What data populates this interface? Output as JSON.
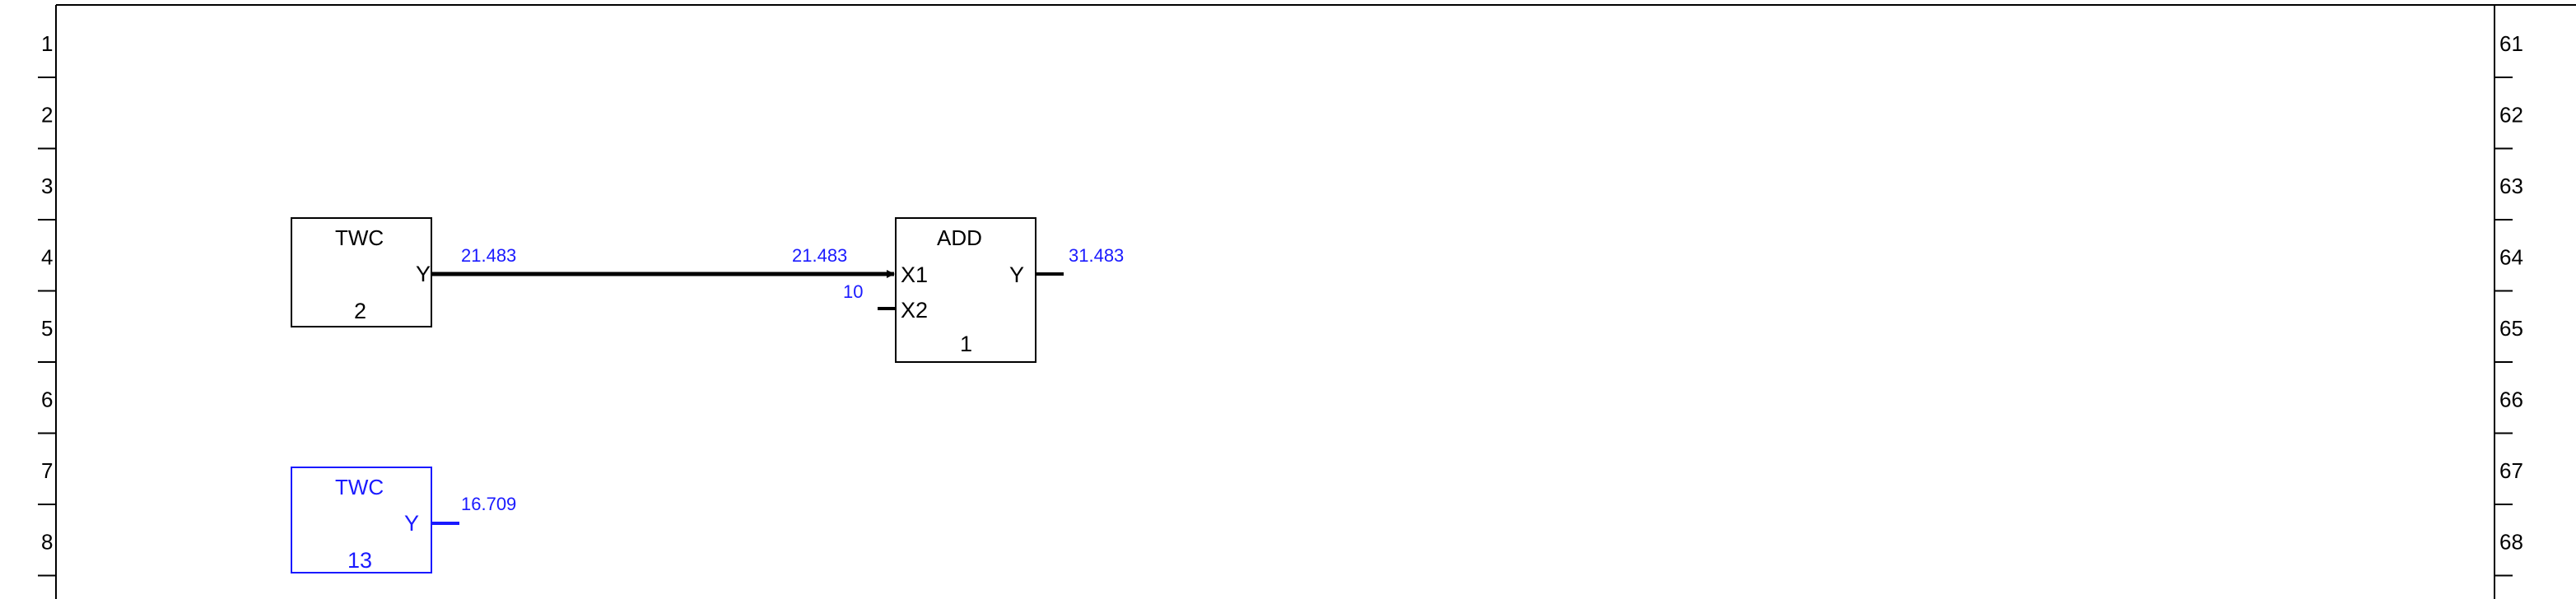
{
  "colors": {
    "line": "#000000",
    "selected": "#1a1aff",
    "value_text": "#1a1aff"
  },
  "rows_left": [
    "1",
    "2",
    "3",
    "4",
    "5",
    "6",
    "7",
    "8"
  ],
  "rows_right": [
    "61",
    "62",
    "63",
    "64",
    "65",
    "66",
    "67",
    "68"
  ],
  "blocks": [
    {
      "id": "twc2",
      "title": "TWC",
      "outputs": [
        "Y"
      ],
      "inputs": [],
      "number": "2",
      "selected": false
    },
    {
      "id": "add1",
      "title": "ADD",
      "outputs": [
        "Y"
      ],
      "inputs": [
        "X1",
        "X2"
      ],
      "number": "1",
      "selected": false
    },
    {
      "id": "twc13",
      "title": "TWC",
      "outputs": [
        "Y"
      ],
      "inputs": [],
      "number": "13",
      "selected": true
    }
  ],
  "signals": {
    "twc2_out": "21.483",
    "add1_x1_in": "21.483",
    "add1_x2_in": "10",
    "add1_out": "31.483",
    "twc13_out": "16.709"
  }
}
